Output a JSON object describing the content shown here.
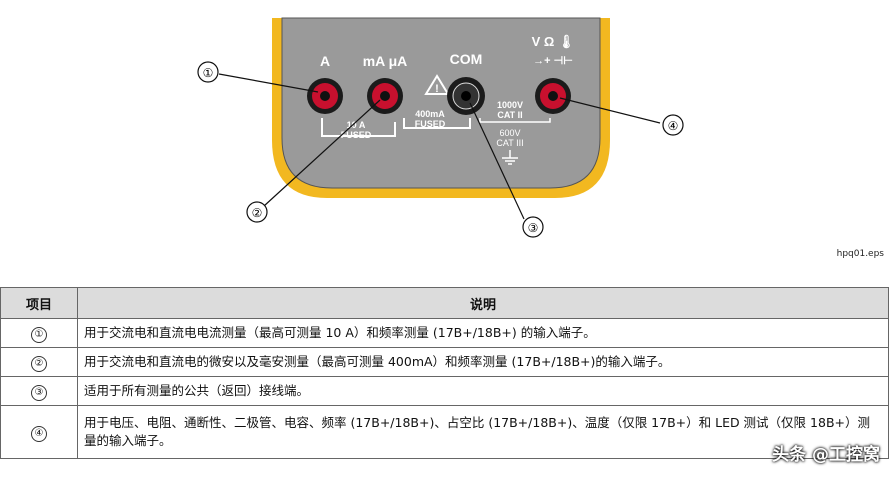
{
  "figure": {
    "terminals": [
      {
        "label": "A"
      },
      {
        "label": "mA μA"
      },
      {
        "label": "COM"
      },
      {
        "label": "V Ω 🌡"
      }
    ],
    "diode_cap_symbol": "→+ ⊣⊢",
    "fuse_a_amp": "10 A",
    "fuse_a_text": "FUSED",
    "fuse_ma_amp": "400mA",
    "fuse_ma_text": "FUSED",
    "cat_1": "1000V",
    "cat_1b": "CAT II",
    "cat_2": "600V",
    "cat_2b": "CAT III",
    "callouts": [
      "①",
      "②",
      "③",
      "④"
    ],
    "file_label": "hpq01.eps"
  },
  "table": {
    "headers": [
      "项目",
      "说明"
    ],
    "rows": [
      {
        "num": "①",
        "desc": "用于交流电和直流电电流测量（最高可测量 10 A）和频率测量 (17B+/18B+) 的输入端子。"
      },
      {
        "num": "②",
        "desc": "用于交流电和直流电的微安以及毫安测量（最高可测量 400mA）和频率测量 (17B+/18B+)的输入端子。"
      },
      {
        "num": "③",
        "desc": "适用于所有测量的公共（返回）接线端。"
      },
      {
        "num": "④",
        "desc": "用于电压、电阻、通断性、二极管、电容、频率 (17B+/18B+)、占空比 (17B+/18B+)、温度（仅限 17B+）和 LED 测试（仅限 18B+）测量的输入端子。"
      }
    ]
  },
  "watermark": "头条 @工控窝",
  "colors": {
    "body_yellow": "#f2b820",
    "body_grey": "#9a9a9a",
    "jack_red": "#c8102e",
    "header_bg": "#dcdcdc"
  }
}
